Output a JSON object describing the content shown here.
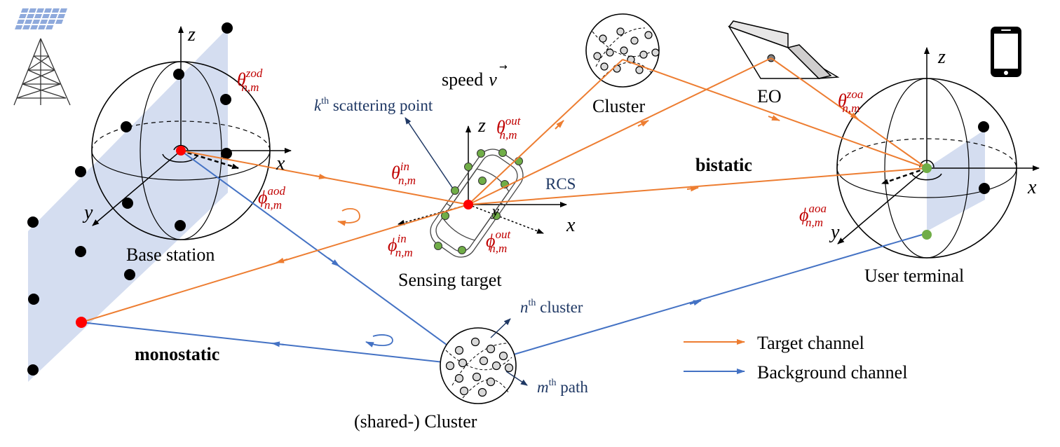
{
  "labels": {
    "base_station": "Base station",
    "user_terminal": "User terminal",
    "sensing_target": "Sensing target",
    "shared_cluster": "(shared-) Cluster",
    "cluster": "Cluster",
    "eo": "EO",
    "speed": "speed",
    "speed_vec": "v",
    "kth_scatter_k": "k",
    "kth_scatter_sup": "th",
    "kth_scatter_rest": " scattering point",
    "rcs": "RCS",
    "bistatic": "bistatic",
    "monostatic": "monostatic",
    "nth_n": "n",
    "nth_sup": "th",
    "nth_rest": " cluster",
    "mth_m": "m",
    "mth_sup": "th",
    "mth_rest": " path"
  },
  "angles": {
    "theta": "θ",
    "phi": "ϕ",
    "sub": "n,m",
    "zod": "zod",
    "aod": "aod",
    "in": "in",
    "out": "out",
    "zoa": "zoa",
    "aoa": "aoa"
  },
  "axes": {
    "x": "x",
    "y": "y",
    "z": "z"
  },
  "legend": {
    "target": "Target channel",
    "background": "Background channel"
  },
  "colors": {
    "target": "#ed7d31",
    "background": "#4472c4",
    "plane": "#d4ddf0",
    "angle_red": "#c00000",
    "dark_blue": "#1f3864",
    "scatter_green": "#70ad47"
  }
}
